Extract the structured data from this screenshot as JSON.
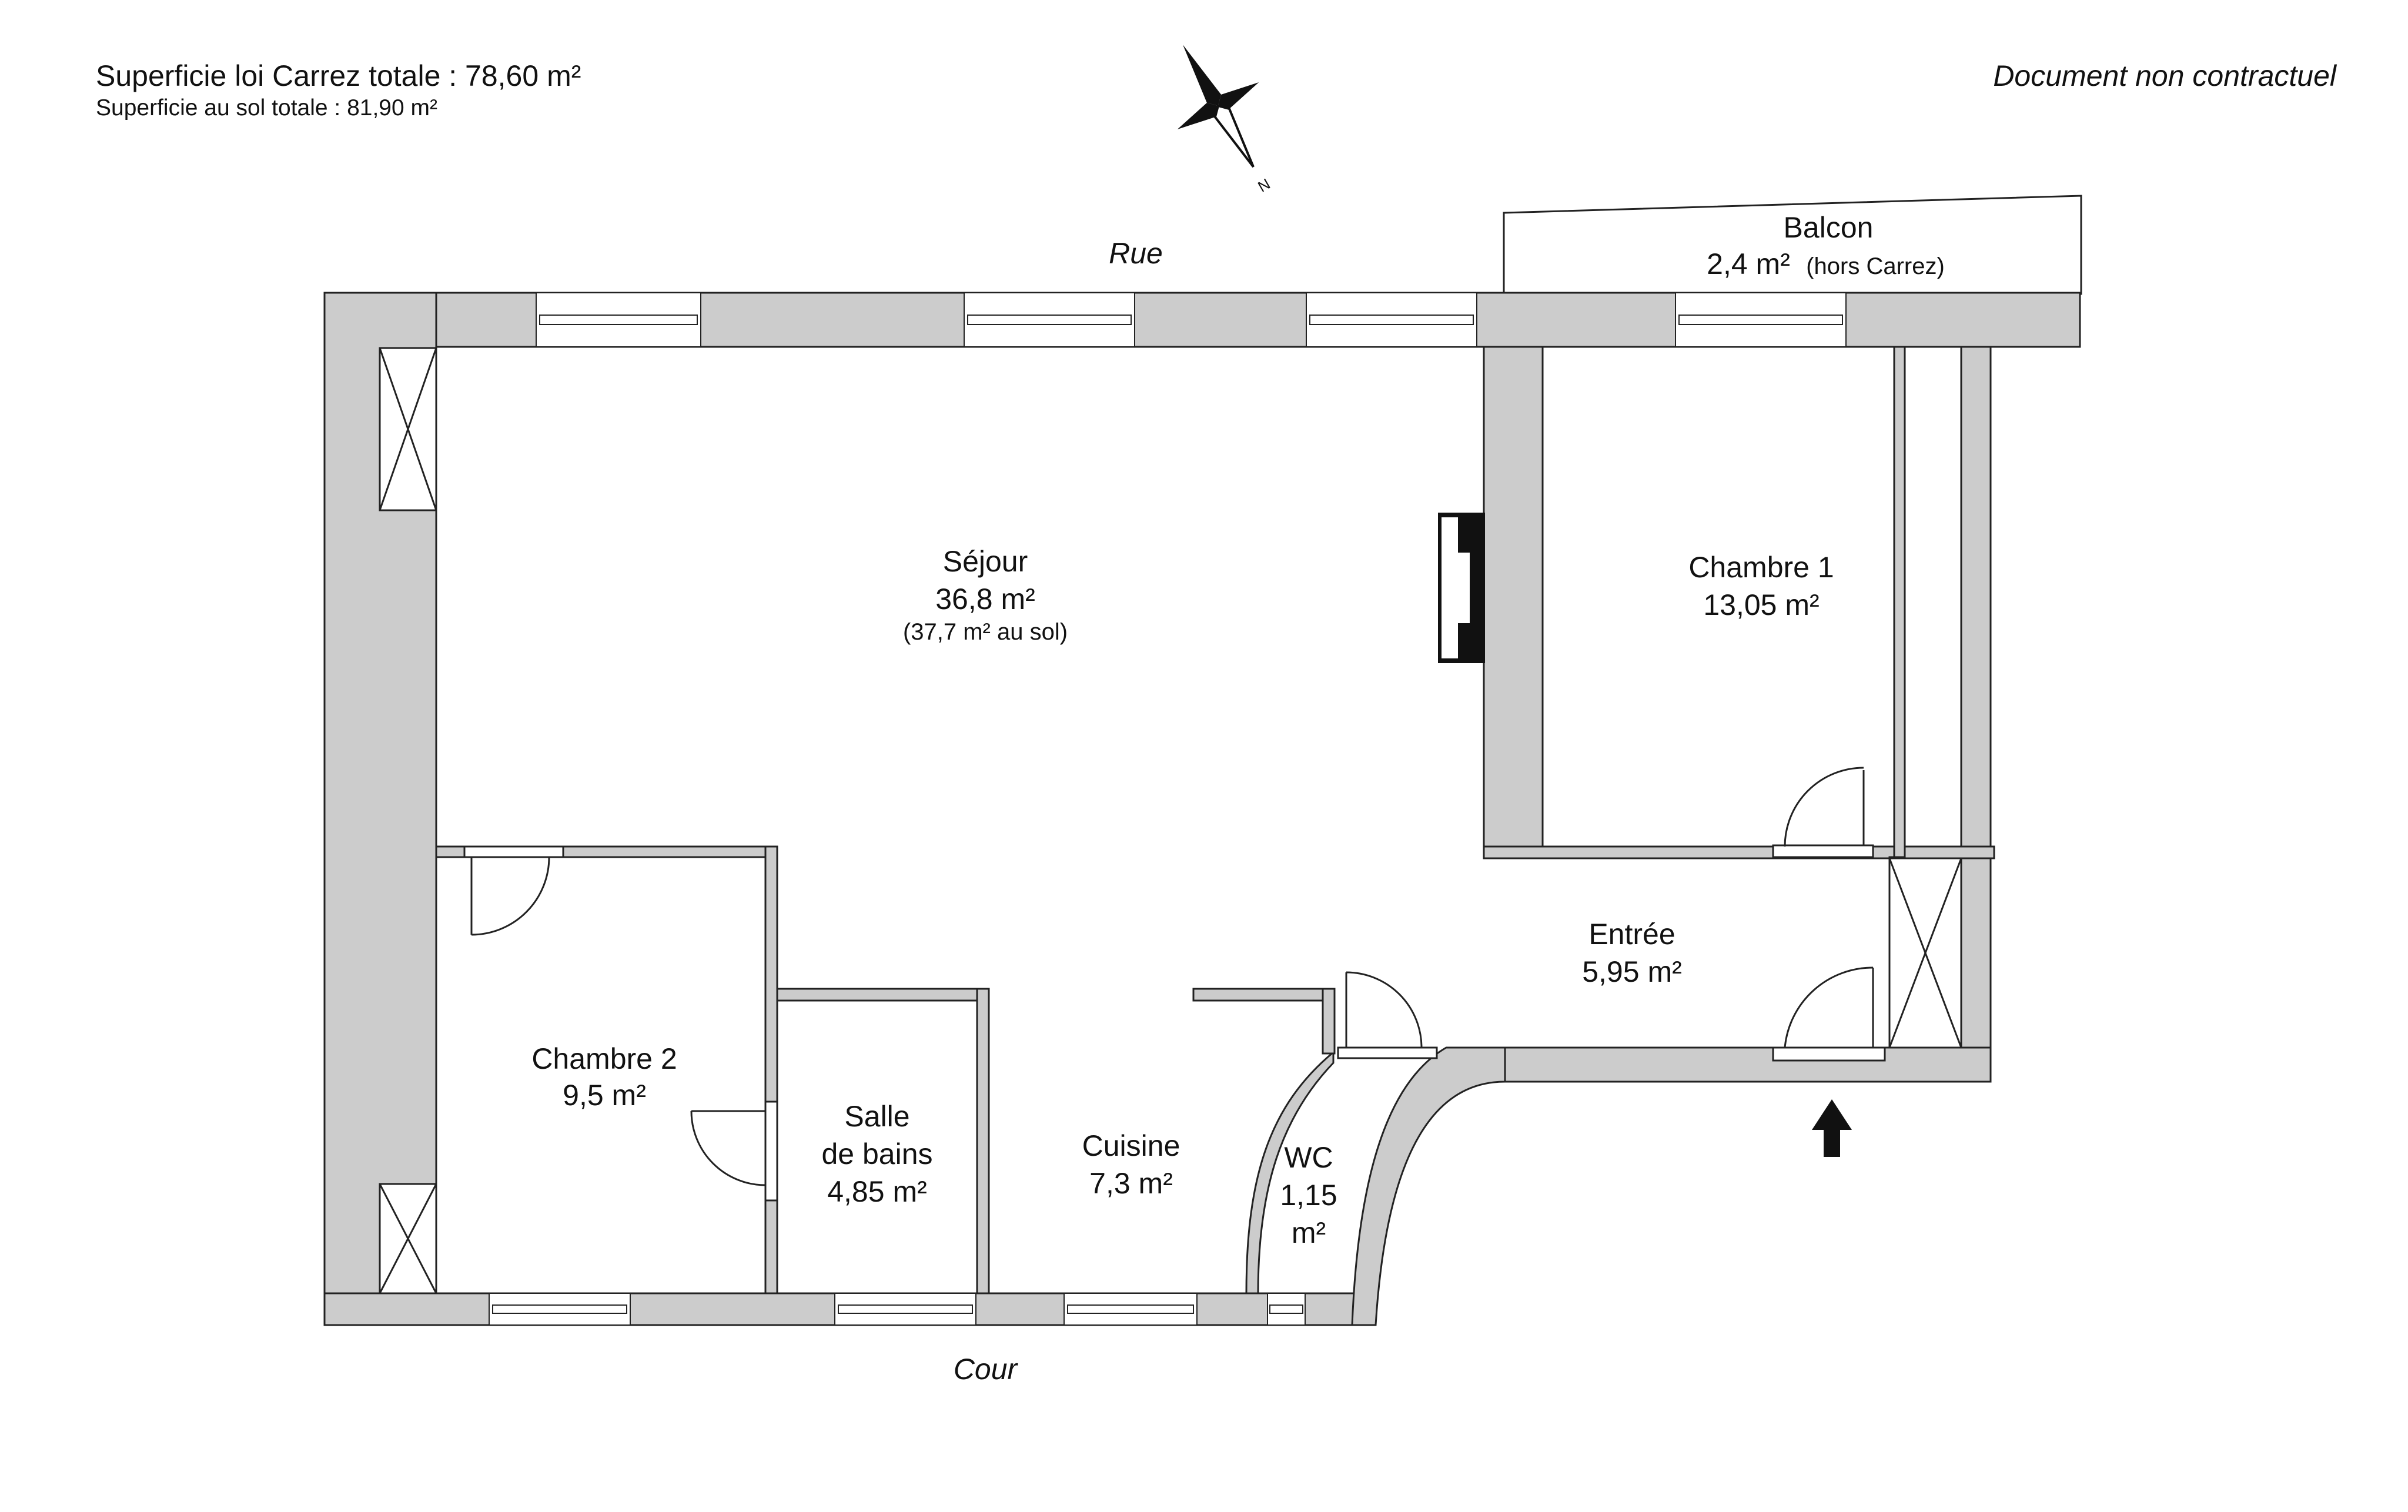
{
  "header": {
    "carrez_total": "Superficie loi Carrez totale :  78,60 m²",
    "sol_total": "Superficie au sol totale :  81,90 m²",
    "disclaimer": "Document non contractuel"
  },
  "compass": {
    "icon": "compass-rose-icon",
    "north_label": "N"
  },
  "streets": {
    "top": "Rue",
    "bottom": "Cour"
  },
  "balcon": {
    "name": "Balcon",
    "area": "2,4 m²",
    "note": "(hors Carrez)"
  },
  "rooms": {
    "sejour": {
      "name": "Séjour",
      "area": "36,8 m²",
      "sol": "(37,7 m² au sol)"
    },
    "chambre1": {
      "name": "Chambre 1",
      "area": "13,05 m²"
    },
    "chambre2": {
      "name": "Chambre 2",
      "area": "9,5 m²"
    },
    "entree": {
      "name": "Entrée",
      "area": "5,95 m²"
    },
    "sdb": {
      "line1": "Salle",
      "line2": "de bains",
      "area": "4,85 m²"
    },
    "cuisine": {
      "name": "Cuisine",
      "area": "7,3 m²"
    },
    "wc": {
      "name": "WC",
      "area1": "1,15",
      "area2": "m²"
    }
  },
  "entrance_icon": "entrance-arrow-icon",
  "colors": {
    "wall": "#cccccc",
    "outline": "#222222",
    "glass": "#ffffff"
  }
}
